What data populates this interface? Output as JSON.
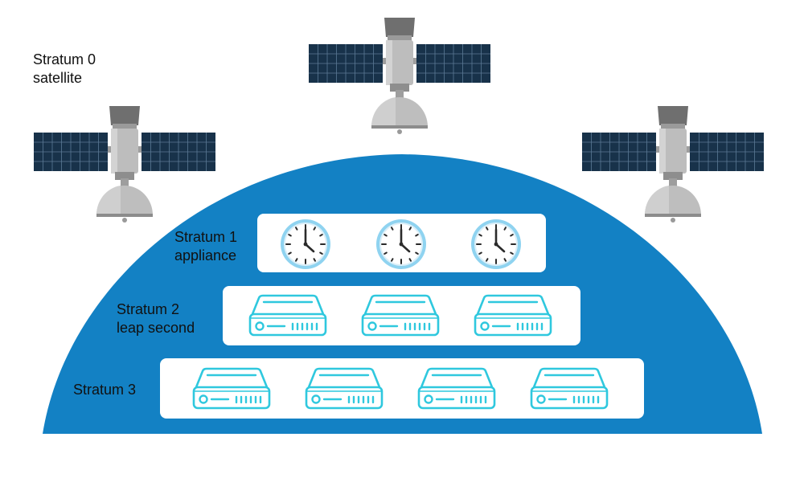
{
  "colors": {
    "dome": "#1381C4",
    "panel": "#FFFFFF",
    "server_stroke": "#2FC8DE",
    "clock_ring": "#8FD3F0",
    "clock_hand": "#2A2A2A",
    "solar_panel": "#18324A",
    "satellite_body": "#BDBDBD",
    "satellite_top": "#6F6F6F"
  },
  "labels": {
    "stratum0_line1": "Stratum 0",
    "stratum0_line2": "satellite",
    "stratum1_line1": "Stratum 1",
    "stratum1_line2": "appliance",
    "stratum2_line1": "Stratum 2",
    "stratum2_line2": "leap second",
    "stratum3": "Stratum 3"
  },
  "tiers": [
    {
      "name": "stratum-0",
      "icon": "satellite-icon",
      "count": 3
    },
    {
      "name": "stratum-1",
      "icon": "clock-icon",
      "count": 3
    },
    {
      "name": "stratum-2",
      "icon": "server-icon",
      "count": 3
    },
    {
      "name": "stratum-3",
      "icon": "server-icon",
      "count": 4
    }
  ]
}
